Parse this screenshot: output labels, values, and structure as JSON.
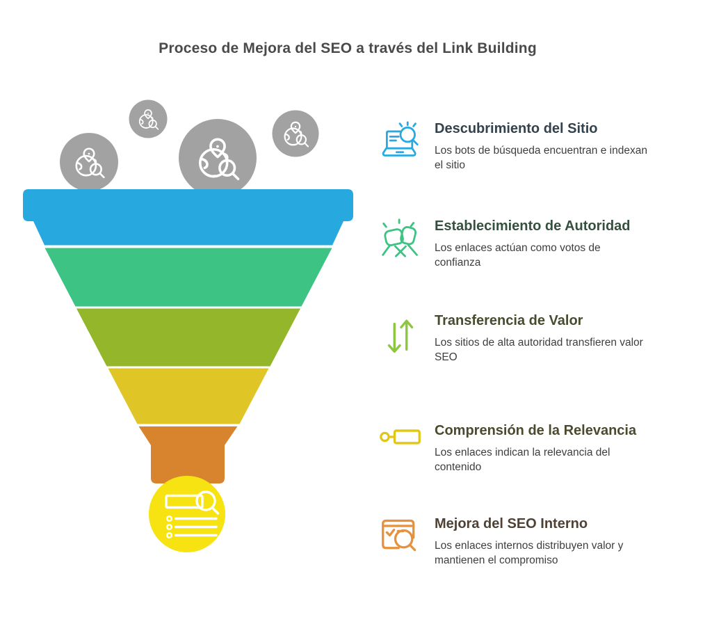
{
  "title": "Proceso de Mejora del SEO a través del Link Building",
  "funnel": {
    "bubbles": {
      "color": "#A2A2A2",
      "icon": "globe-location-search-icon",
      "count": 4
    },
    "layers": [
      {
        "name": "descubrimiento-del-sitio",
        "color": "#27A8DF"
      },
      {
        "name": "establecimiento-de-autoridad",
        "color": "#3DC384"
      },
      {
        "name": "transferencia-de-valor",
        "color": "#93B62B"
      },
      {
        "name": "comprension-de-la-relevancia",
        "color": "#E0C526"
      },
      {
        "name": "mejora-del-seo-interno",
        "color": "#D8842F"
      }
    ],
    "result_bulb": {
      "color": "#F6E311",
      "icon": "search-results-list-icon"
    }
  },
  "stages": [
    {
      "title": "Descubrimiento del Sitio",
      "description": "Los bots de búsqueda encuentran e indexan\nel sitio",
      "accent": "#29A9E0",
      "title_color": "#33424C",
      "icon": "laptop-search-icon"
    },
    {
      "title": "Establecimiento de Autoridad",
      "description": "Los enlaces actúan como votos de\nconfianza",
      "accent": "#3DC383",
      "title_color": "#36503F",
      "icon": "fist-bump-icon"
    },
    {
      "title": "Transferencia de Valor",
      "description": "Los sitios de alta autoridad transfieren valor\nSEO",
      "accent": "#8DC63F",
      "title_color": "#454D2E",
      "icon": "up-down-arrows-icon"
    },
    {
      "title": "Comprensión de la Relevancia",
      "description": "Los enlaces indican la relevancia del\ncontenido",
      "accent": "#E2C616",
      "title_color": "#4C4A2E",
      "icon": "link-node-icon"
    },
    {
      "title": "Mejora del SEO Interno",
      "description": "Los enlaces internos distribuyen valor y\nmantienen el compromiso",
      "accent": "#E6913C",
      "title_color": "#4F4235",
      "icon": "browser-check-search-icon"
    }
  ]
}
